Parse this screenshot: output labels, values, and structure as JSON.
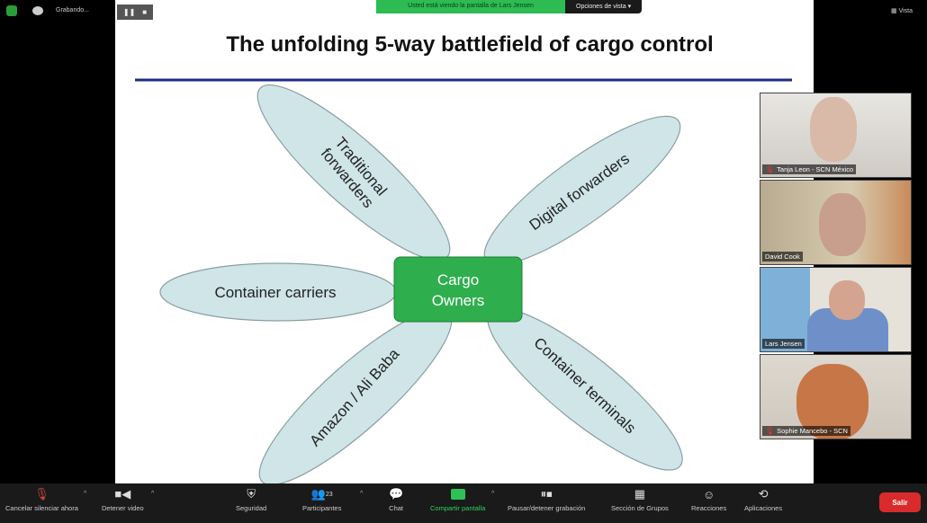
{
  "topbar": {
    "recording_label": "Grabando...",
    "banner_text": "Usted está viendo la pantalla de Lars Jensen",
    "view_options": "Opciones de vista",
    "view_label": "Vista"
  },
  "slide": {
    "title": "The unfolding 5-way battlefield of cargo control",
    "center": [
      "Cargo",
      "Owners"
    ],
    "petals": {
      "traditional": [
        "Traditional",
        "forwarders"
      ],
      "digital": "Digital forwarders",
      "carriers": "Container carriers",
      "amazon": "Amazon / Ali Baba",
      "terminals": "Container terminals"
    },
    "colors": {
      "petal": "#cfe5e8",
      "center": "#2fae4e",
      "rule": "#1f2a8a"
    }
  },
  "participants": [
    {
      "name": "Tanja Leon - SCN México",
      "muted": true
    },
    {
      "name": "David Cook",
      "muted": false
    },
    {
      "name": "Lars Jensen",
      "muted": false
    },
    {
      "name": "Sophie Mancebo - SCN",
      "muted": true
    }
  ],
  "toolbar": {
    "mute": "Cancelar silenciar ahora",
    "video": "Detener video",
    "security": "Seguridad",
    "participants": "Participantes",
    "participant_count": "23",
    "chat": "Chat",
    "share": "Compartir pantalla",
    "record": "Pausar/detener grabación",
    "breakout": "Sección de Grupos",
    "reactions": "Reacciones",
    "apps": "Aplicaciones",
    "leave": "Salir"
  }
}
